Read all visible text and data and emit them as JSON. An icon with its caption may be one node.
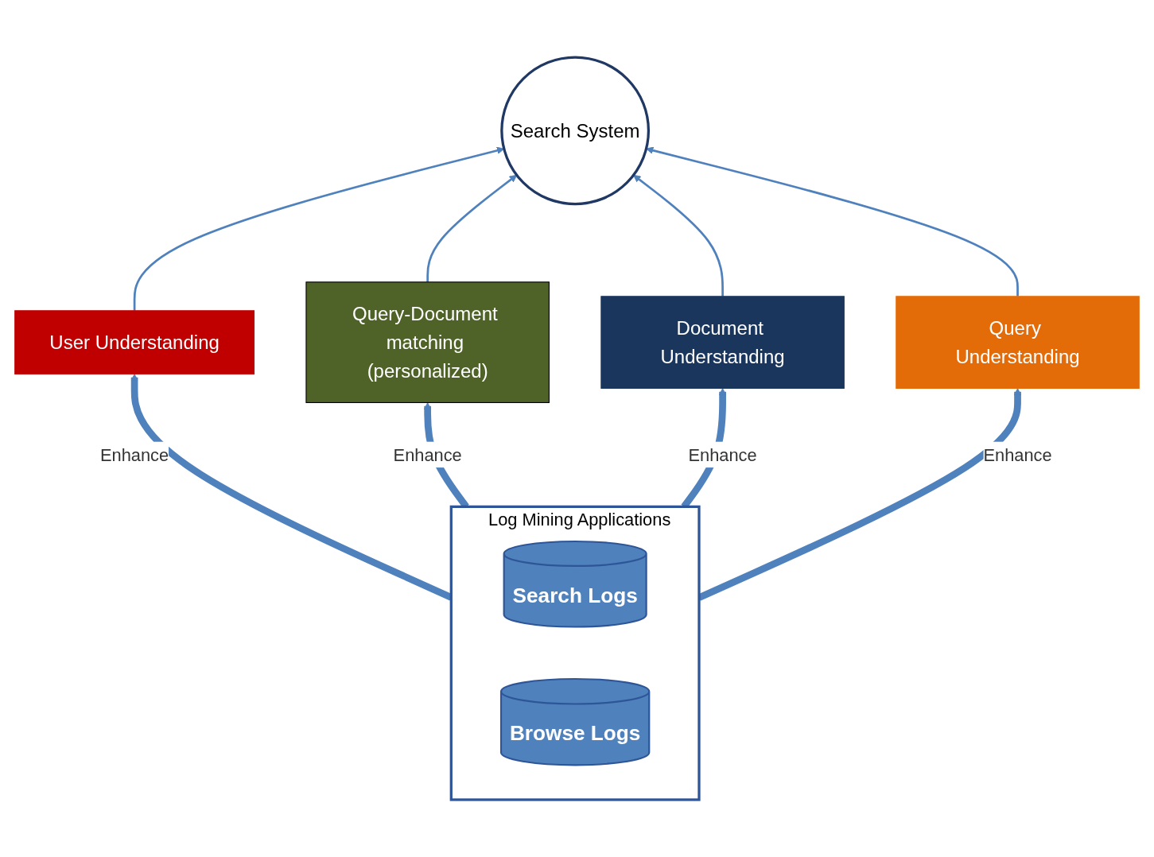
{
  "diagram": {
    "nodes": [
      {
        "text": [
          "User Understanding"
        ]
      },
      {
        "text": [
          "Search System"
        ]
      },
      {
        "text": [
          "Query-Document matching (personalized)"
        ]
      },
      {
        "text": [
          "Document Understanding"
        ]
      },
      {
        "text": [
          "Query Understanding"
        ]
      },
      {
        "text": [
          "Log Mining Applications"
        ]
      },
      {
        "text": [
          "Search Logs"
        ],
        "in": 5
      },
      {
        "text": [
          "Browse Logs"
        ],
        "in": 5
      }
    ],
    "edges": [
      {
        "from": 0,
        "to": 1,
        "arrow": "to"
      },
      {
        "from": 2,
        "to": 1,
        "arrow": "to"
      },
      {
        "from": 3,
        "to": 1,
        "arrow": "to"
      },
      {
        "from": 4,
        "to": 1,
        "arrow": "to"
      },
      {
        "from": 5,
        "to": 0,
        "arrow": "to",
        "label": "Enhance",
        "style": "thick"
      },
      {
        "from": 5,
        "to": 3,
        "arrow": "to",
        "label": "Enhance",
        "style": "thick"
      },
      {
        "from": 5,
        "to": 4,
        "arrow": "to",
        "label": "Enhance",
        "style": "thick"
      },
      {
        "from": 5,
        "to": 2,
        "arrow": "to",
        "label": "Enhance",
        "style": "thick"
      }
    ]
  }
}
